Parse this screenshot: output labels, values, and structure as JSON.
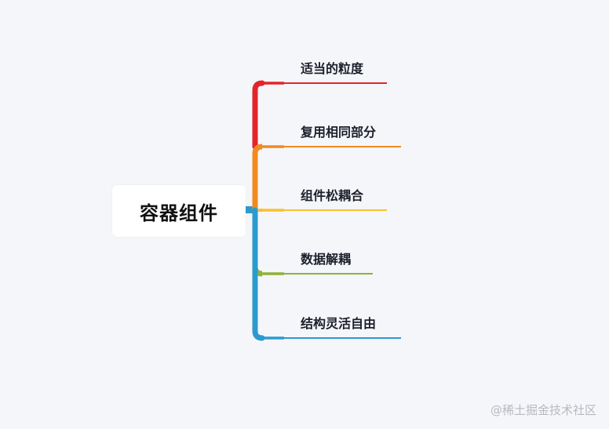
{
  "root": {
    "label": "容器组件"
  },
  "branches": [
    {
      "label": "适当的粒度",
      "color": "#e1262b"
    },
    {
      "label": "复用相同部分",
      "color": "#f18a20"
    },
    {
      "label": "组件松耦合",
      "color": "#f8c132"
    },
    {
      "label": "数据解耦",
      "color": "#8fb238"
    },
    {
      "label": "结构灵活自由",
      "color": "#2b9bce"
    }
  ],
  "connector": {
    "stub_color": "#2b9bce"
  },
  "watermark": "@稀土掘金技术社区"
}
